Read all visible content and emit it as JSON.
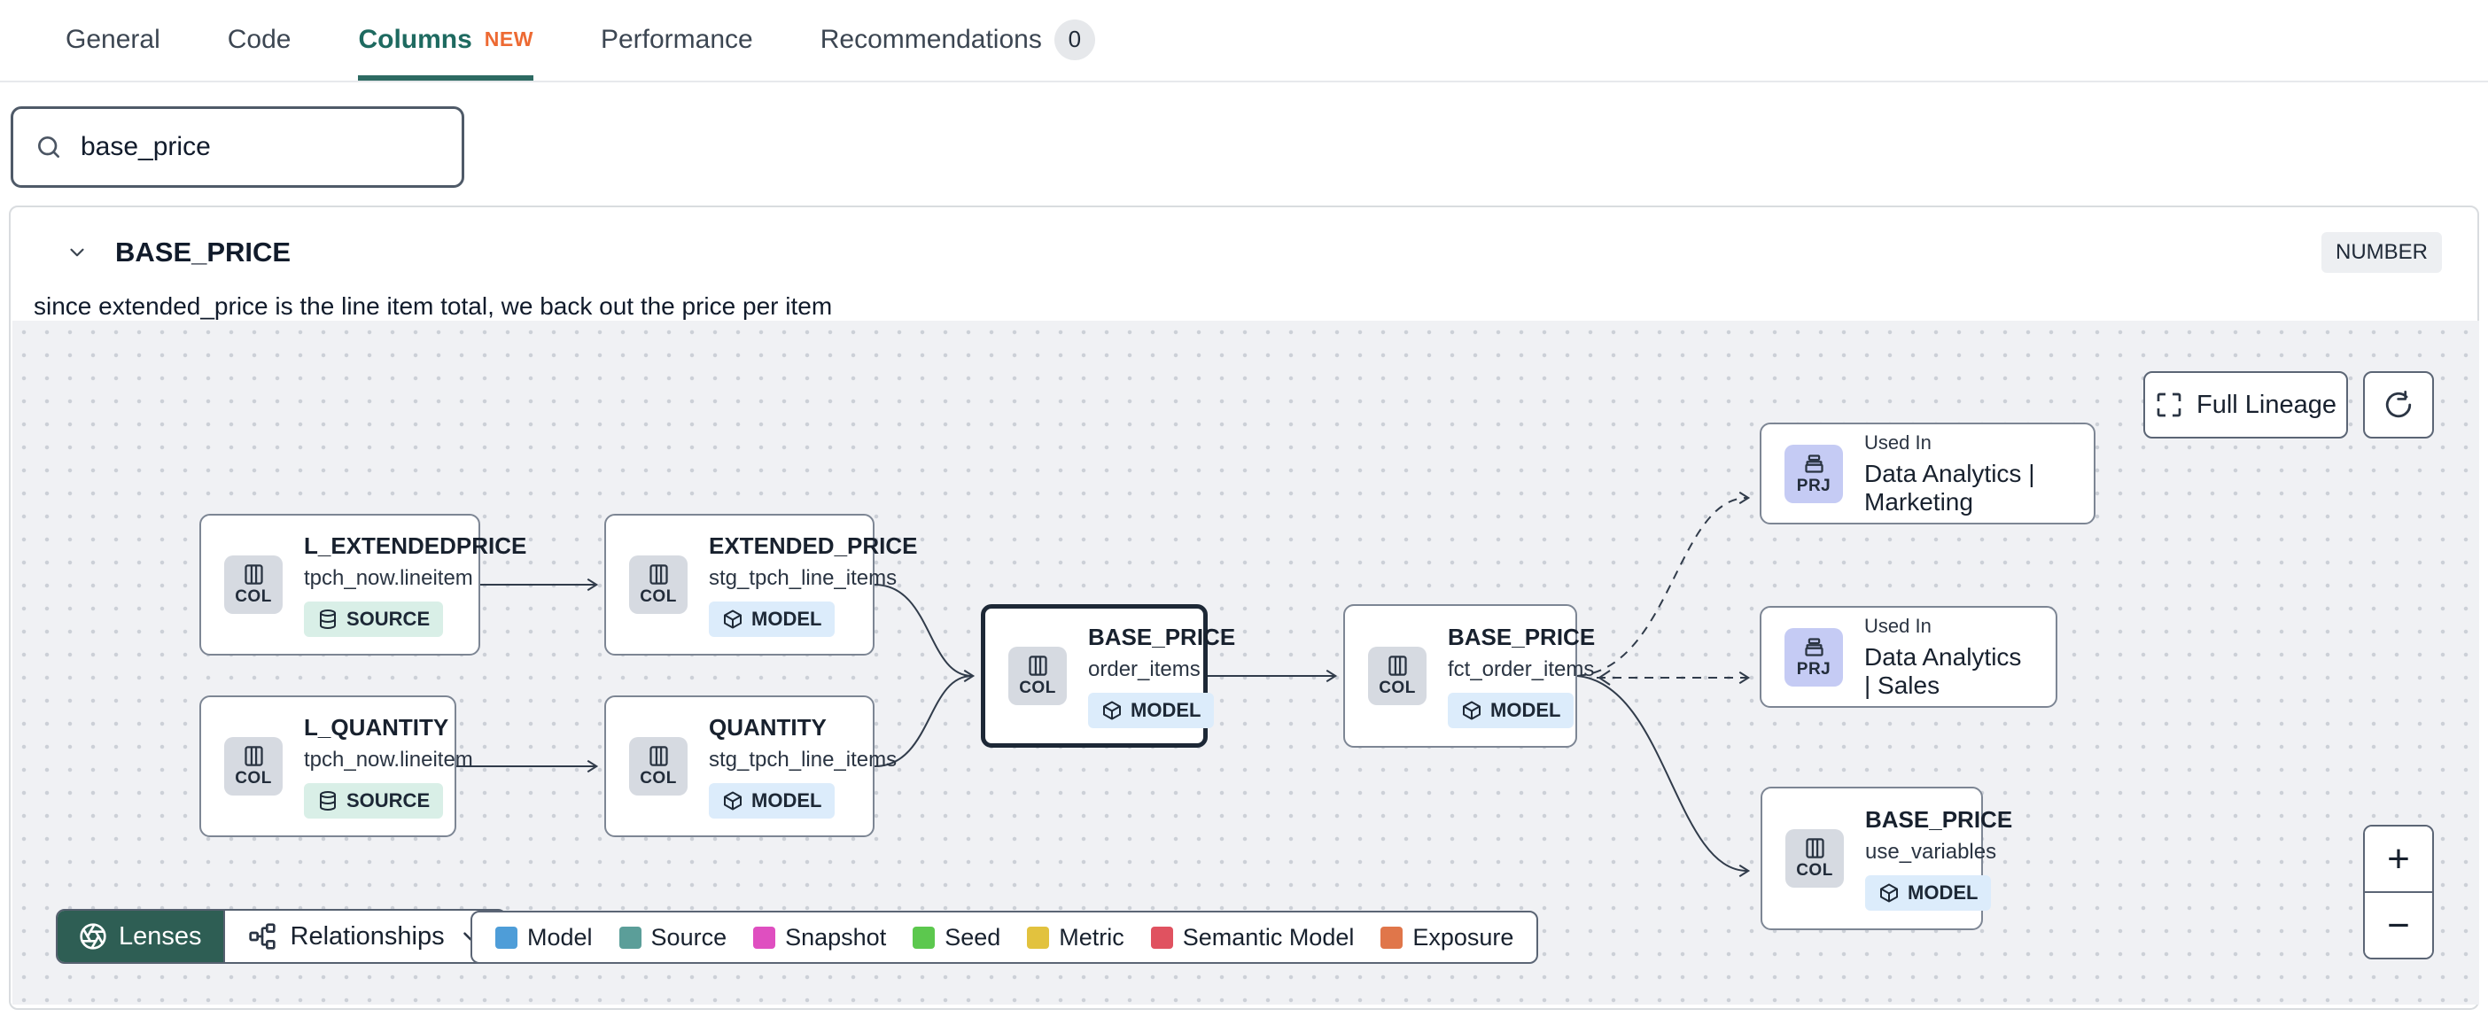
{
  "tabs": {
    "items": [
      {
        "label": "General",
        "active": false
      },
      {
        "label": "Code",
        "active": false
      },
      {
        "label": "Columns",
        "active": true,
        "new_badge": "NEW"
      },
      {
        "label": "Performance",
        "active": false
      },
      {
        "label": "Recommendations",
        "active": false,
        "count": "0"
      }
    ],
    "accent_color": "#1e6a60",
    "new_badge_color": "#ed6a33"
  },
  "search": {
    "value": "base_price",
    "placeholder": ""
  },
  "column_panel": {
    "name": "BASE_PRICE",
    "type_badge": "NUMBER",
    "description": "since extended_price is the line item total, we back out the price per item"
  },
  "lineage": {
    "controls": {
      "full_lineage_label": "Full Lineage",
      "refresh_icon": "refresh",
      "zoom_in_label": "+",
      "zoom_out_label": "−"
    },
    "footer": {
      "lenses_label": "Lenses",
      "lenses_color": "#2e5e54",
      "relationships_label": "Relationships"
    },
    "nodes": [
      {
        "id": "l_extendedprice",
        "kind": "column",
        "chip": "COL",
        "title": "L_EXTENDEDPRICE",
        "subtitle": "tpch_now.lineitem",
        "badge": "SOURCE",
        "badge_type": "source",
        "selected": false
      },
      {
        "id": "l_quantity",
        "kind": "column",
        "chip": "COL",
        "title": "L_QUANTITY",
        "subtitle": "tpch_now.lineitem",
        "badge": "SOURCE",
        "badge_type": "source",
        "selected": false
      },
      {
        "id": "extended_price",
        "kind": "column",
        "chip": "COL",
        "title": "EXTENDED_PRICE",
        "subtitle": "stg_tpch_line_items",
        "badge": "MODEL",
        "badge_type": "model",
        "selected": false
      },
      {
        "id": "quantity",
        "kind": "column",
        "chip": "COL",
        "title": "QUANTITY",
        "subtitle": "stg_tpch_line_items",
        "badge": "MODEL",
        "badge_type": "model",
        "selected": false
      },
      {
        "id": "base_price_order_items",
        "kind": "column",
        "chip": "COL",
        "title": "BASE_PRICE",
        "subtitle": "order_items",
        "badge": "MODEL",
        "badge_type": "model",
        "selected": true
      },
      {
        "id": "base_price_fct_order_items",
        "kind": "column",
        "chip": "COL",
        "title": "BASE_PRICE",
        "subtitle": "fct_order_items",
        "badge": "MODEL",
        "badge_type": "model",
        "selected": false
      },
      {
        "id": "used_in_marketing",
        "kind": "project",
        "chip": "PRJ",
        "title": "Used In",
        "subtitle": "Data Analytics | Marketing",
        "selected": false
      },
      {
        "id": "used_in_sales",
        "kind": "project",
        "chip": "PRJ",
        "title": "Used In",
        "subtitle": "Data Analytics | Sales",
        "selected": false
      },
      {
        "id": "base_price_use_variables",
        "kind": "column",
        "chip": "COL",
        "title": "BASE_PRICE",
        "subtitle": "use_variables",
        "badge": "MODEL",
        "badge_type": "model",
        "selected": false
      }
    ],
    "badge_colors": {
      "source": "#d9efe7",
      "model": "#dcecfb",
      "project_chip": "#c5cbf4",
      "column_chip": "#d6dae1"
    },
    "legend": [
      {
        "label": "Model",
        "color": "#4e9dd8"
      },
      {
        "label": "Source",
        "color": "#5b9e99"
      },
      {
        "label": "Snapshot",
        "color": "#df4fc0"
      },
      {
        "label": "Seed",
        "color": "#5cc84e"
      },
      {
        "label": "Metric",
        "color": "#e2c23e"
      },
      {
        "label": "Semantic Model",
        "color": "#e05260"
      },
      {
        "label": "Exposure",
        "color": "#e0764a"
      }
    ]
  }
}
